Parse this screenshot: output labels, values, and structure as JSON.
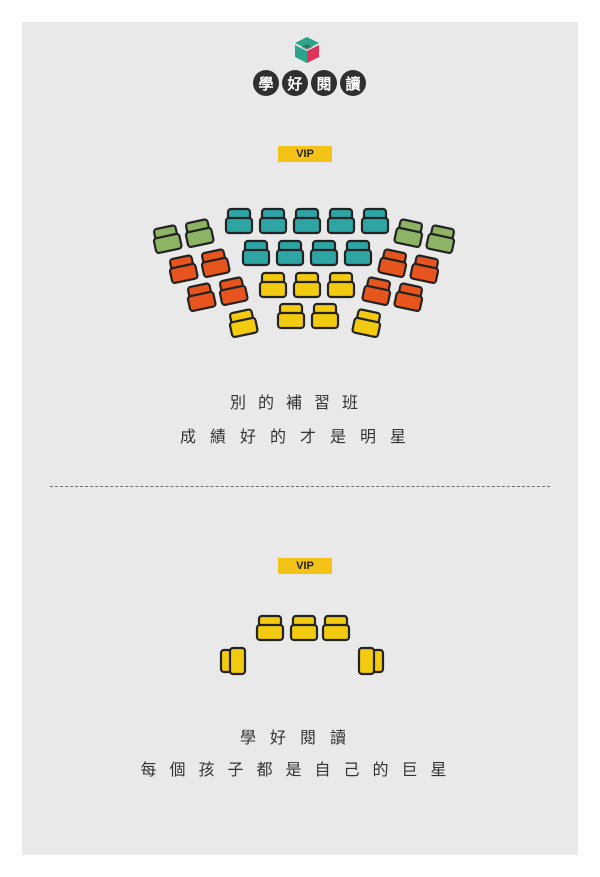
{
  "brand": {
    "title_chars": [
      "學",
      "好",
      "閱",
      "讀"
    ],
    "colors": {
      "green": "#2aa58c",
      "red": "#e0325a",
      "dark": "#2f2f2f"
    }
  },
  "top_section": {
    "vip_label": "VIP",
    "caption_line1": "別的補習班",
    "caption_line2": "成績好的才是明星"
  },
  "bottom_section": {
    "vip_label": "VIP",
    "caption_line1": "學好閱讀",
    "caption_line2": "每個孩子都是自己的巨星"
  },
  "seat_colors": {
    "teal": "#2ea5a5",
    "green": "#8cb464",
    "orange": "#e8541e",
    "yellow": "#f2cb10",
    "outline": "#222222"
  }
}
